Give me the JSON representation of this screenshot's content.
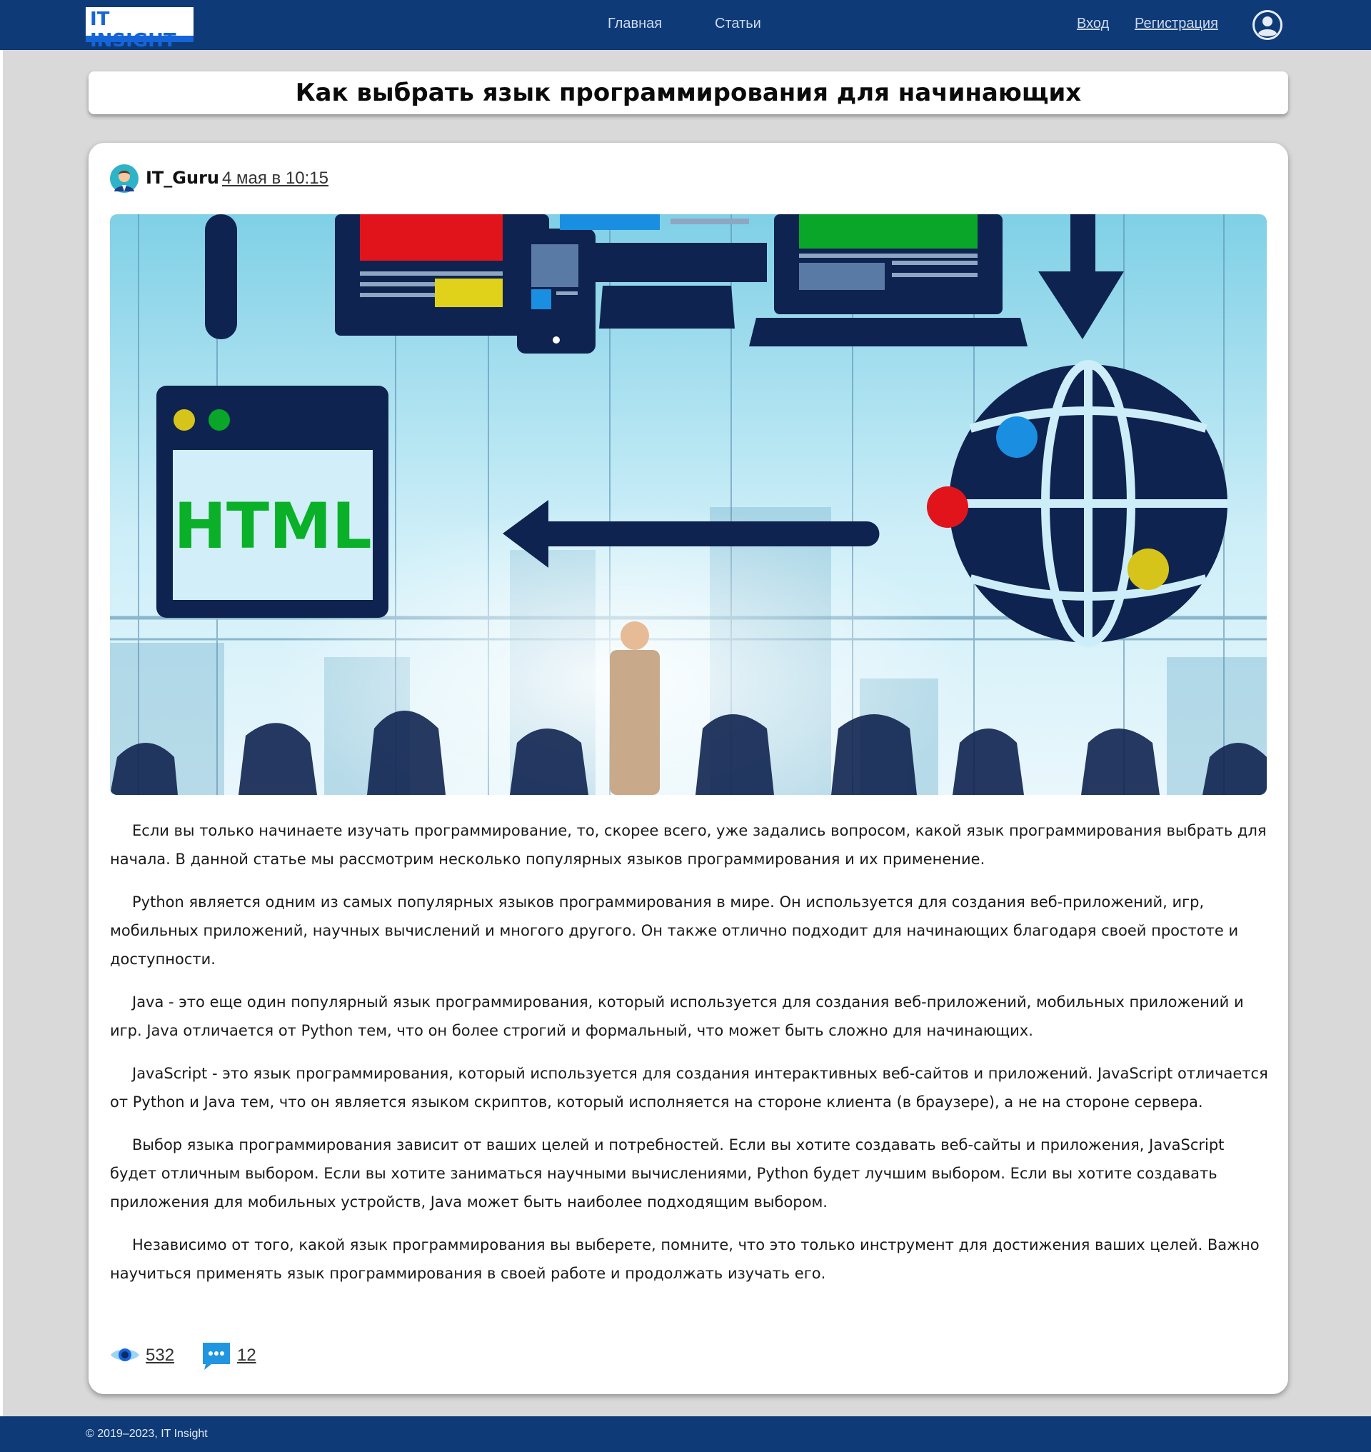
{
  "header": {
    "logo_text": "IT INSIGHT",
    "nav": {
      "home": "Главная",
      "articles": "Статьи"
    },
    "auth": {
      "login": "Вход",
      "register": "Регистрация"
    },
    "user_icon": "user-circle-icon"
  },
  "article": {
    "title": "Как выбрать язык программирования для начинающих",
    "author": "IT_Guru",
    "date": "4 мая в 10:15",
    "hero_image_text": "HTML",
    "paragraphs": [
      "Если вы только начинаете изучать программирование, то, скорее всего, уже задались вопросом, какой язык программирования выбрать для начала. В данной статье мы рассмотрим несколько популярных языков программирования и их применение.",
      "Python является одним из самых популярных языков программирования в мире. Он используется для создания веб-приложений, игр, мобильных приложений, научных вычислений и многого другого. Он также отлично подходит для начинающих благодаря своей простоте и доступности.",
      "Java - это еще один популярный язык программирования, который используется для создания веб-приложений, мобильных приложений и игр. Java отличается от Python тем, что он более строгий и формальный, что может быть сложно для начинающих.",
      "JavaScript - это язык программирования, который используется для создания интерактивных веб-сайтов и приложений. JavaScript отличается от Python и Java тем, что он является языком скриптов, который исполняется на стороне клиента (в браузере), а не на стороне сервера.",
      "Выбор языка программирования зависит от ваших целей и потребностей. Если вы хотите создавать веб-сайты и приложения, JavaScript будет отличным выбором. Если вы хотите заниматься научными вычислениями, Python будет лучшим выбором. Если вы хотите создавать приложения для мобильных устройств, Java может быть наиболее подходящим выбором.",
      "Независимо от того, какой язык программирования вы выберете, помните, что это только инструмент для достижения ваших целей. Важно научиться применять язык программирования в своей работе и продолжать изучать его."
    ],
    "stats": {
      "views": "532",
      "comments": "12",
      "views_icon": "eye-icon",
      "comments_icon": "comment-icon"
    }
  },
  "footer": {
    "copyright": "© 2019–2023, IT Insight"
  },
  "colors": {
    "header_bg": "#0e3a78",
    "accent": "#1565d8",
    "page_bg": "#d9d9d9"
  }
}
